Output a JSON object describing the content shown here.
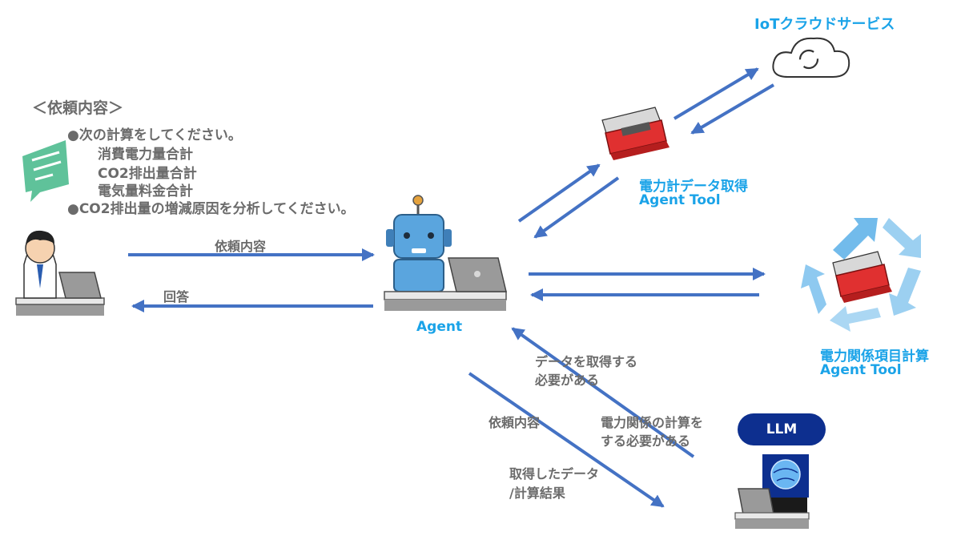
{
  "request": {
    "title": "＜依頼内容＞",
    "bullet1": "●次の計算をしてください。",
    "sub1": "消費電力量合計",
    "sub2": "CO2排出量合計",
    "sub3": "電気量料金合計",
    "bullet2": "●CO2排出量の増減原因を分析してください。"
  },
  "agent_label": "Agent",
  "cloud_label": "IoTクラウドサービス",
  "tool1": {
    "line1": "電力計データ取得",
    "line2": "Agent Tool"
  },
  "tool2": {
    "line1": "電力関係項目計算",
    "line2": "Agent Tool"
  },
  "llm_label": "LLM",
  "arrows": {
    "request": "依頼内容",
    "answer": "回答",
    "need_data_1": "データを取得する",
    "need_data_2": "必要がある",
    "need_calc_1": "電力関係の計算を",
    "need_calc_2": "する必要がある",
    "to_llm": "依頼内容",
    "result_1": "取得したデータ",
    "result_2": "/計算結果"
  },
  "colors": {
    "arrow": "#4472c4",
    "label_blue": "#1aa3e8",
    "label_gray": "#6b6b6b",
    "llm_badge": "#0d2f8f"
  }
}
